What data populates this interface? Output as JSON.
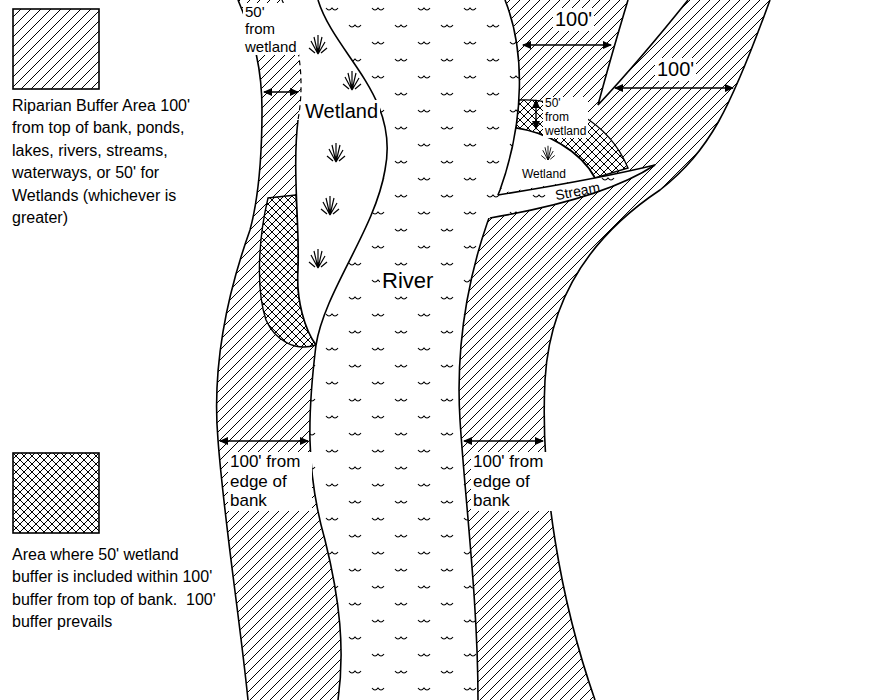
{
  "diagram": {
    "labels": [
      "50' from wetland",
      "Wetland",
      "100'",
      "100'",
      "50' from wetland",
      "Wetland",
      "Stream",
      "River",
      "100' from edge of bank",
      "100' from edge of bank"
    ],
    "legend": [
      {
        "text": "Riparian Buffer Area 100' from top of bank, ponds, lakes, rivers, streams, waterways, or 50' for Wetlands (whichever is greater)"
      },
      {
        "text": "Area where 50' wetland buffer is included within 100' buffer from top of bank.  100' buffer prevails"
      }
    ]
  }
}
